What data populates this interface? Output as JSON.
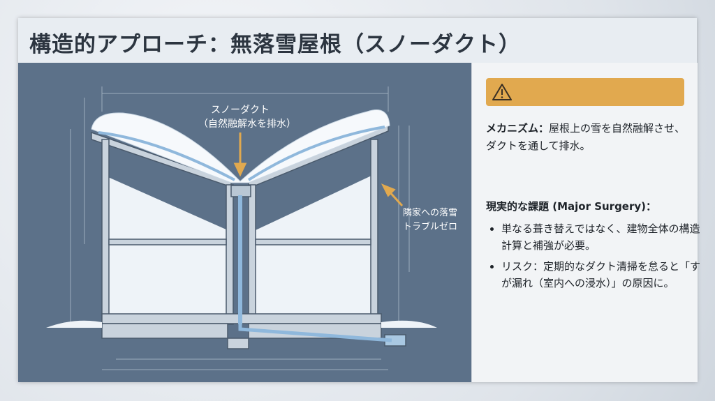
{
  "title": "構造的アプローチ：無落雪屋根（スノーダクト）",
  "diagram": {
    "duct_label_line1": "スノーダクト",
    "duct_label_line2": "（自然融解水を排水）",
    "neighbor_label_line1": "隣家への落雪",
    "neighbor_label_line2": "トラブルゼロ"
  },
  "side": {
    "warning_icon": "warning-triangle-icon",
    "mechanism_heading": "メカニズム：",
    "mechanism_text": "屋根上の雪を自然融解させ、ダクトを通して排水。",
    "issues_heading": "現実的な課題 (Major Surgery)：",
    "bullets": [
      "単なる葺き替えではなく、建物全体の構造計算と補強が必要。",
      "リスク：定期的なダクト清掃を怠ると「すが漏れ（室内への浸水）」の原因に。"
    ]
  },
  "colors": {
    "accent": "#e1a94f",
    "diagram_bg": "#5c7189",
    "title_text": "#2c3540"
  }
}
